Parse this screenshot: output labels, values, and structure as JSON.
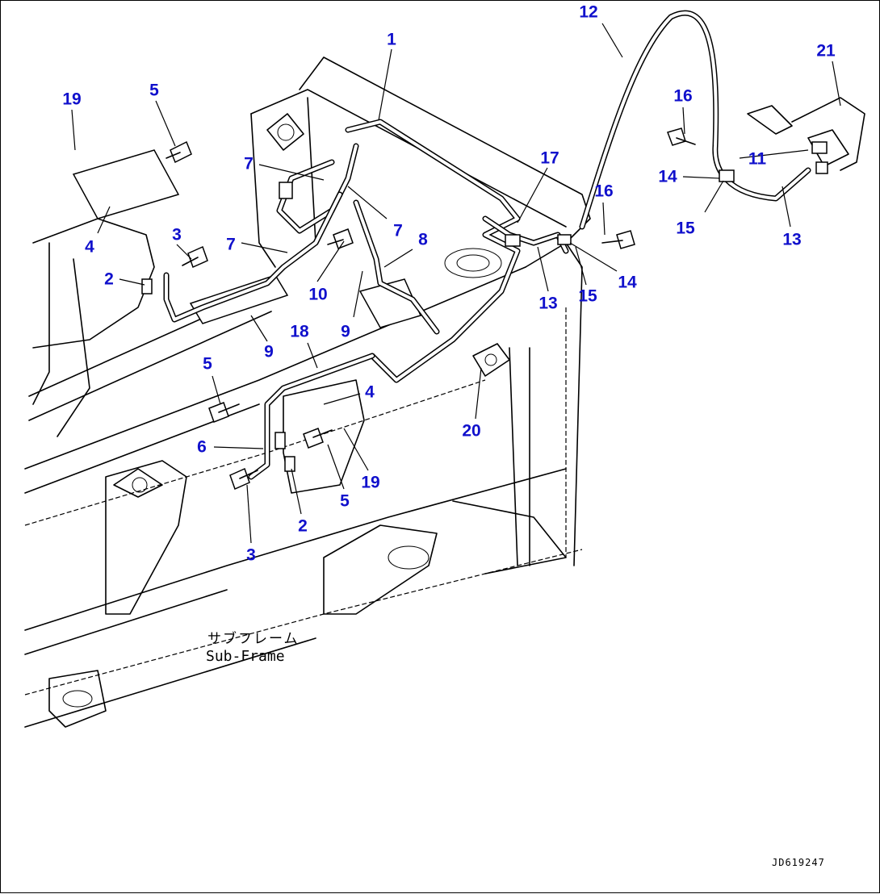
{
  "diagram": {
    "callout_color": "#1010cc",
    "callouts": [
      {
        "label": "1"
      },
      {
        "label": "12"
      },
      {
        "label": "21"
      },
      {
        "label": "19"
      },
      {
        "label": "5"
      },
      {
        "label": "16"
      },
      {
        "label": "7"
      },
      {
        "label": "17"
      },
      {
        "label": "16"
      },
      {
        "label": "11"
      },
      {
        "label": "14"
      },
      {
        "label": "3"
      },
      {
        "label": "7"
      },
      {
        "label": "8"
      },
      {
        "label": "7"
      },
      {
        "label": "4"
      },
      {
        "label": "2"
      },
      {
        "label": "10"
      },
      {
        "label": "13"
      },
      {
        "label": "15"
      },
      {
        "label": "14"
      },
      {
        "label": "15"
      },
      {
        "label": "13"
      },
      {
        "label": "9"
      },
      {
        "label": "9"
      },
      {
        "label": "18"
      },
      {
        "label": "5"
      },
      {
        "label": "4"
      },
      {
        "label": "20"
      },
      {
        "label": "6"
      },
      {
        "label": "19"
      },
      {
        "label": "5"
      },
      {
        "label": "2"
      },
      {
        "label": "3"
      }
    ],
    "subframe_label_jp": "サブフレーム",
    "subframe_label_en": "Sub-Frame",
    "drawing_code": "JD619247"
  }
}
